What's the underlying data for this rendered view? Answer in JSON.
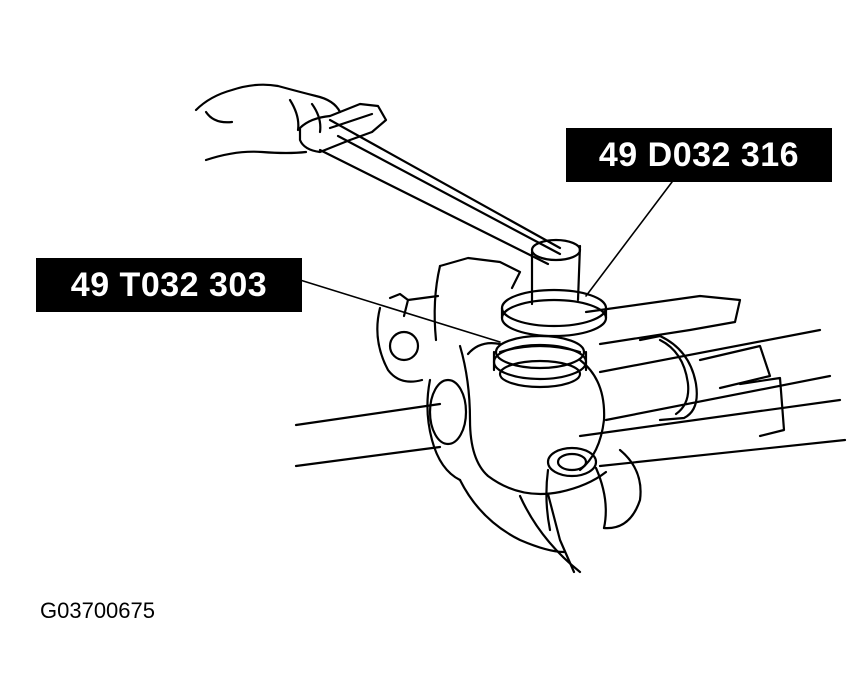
{
  "callouts": {
    "upper_tool": "49 D032 316",
    "lower_tool": "49 T032 303"
  },
  "figure_code": "G03700675"
}
